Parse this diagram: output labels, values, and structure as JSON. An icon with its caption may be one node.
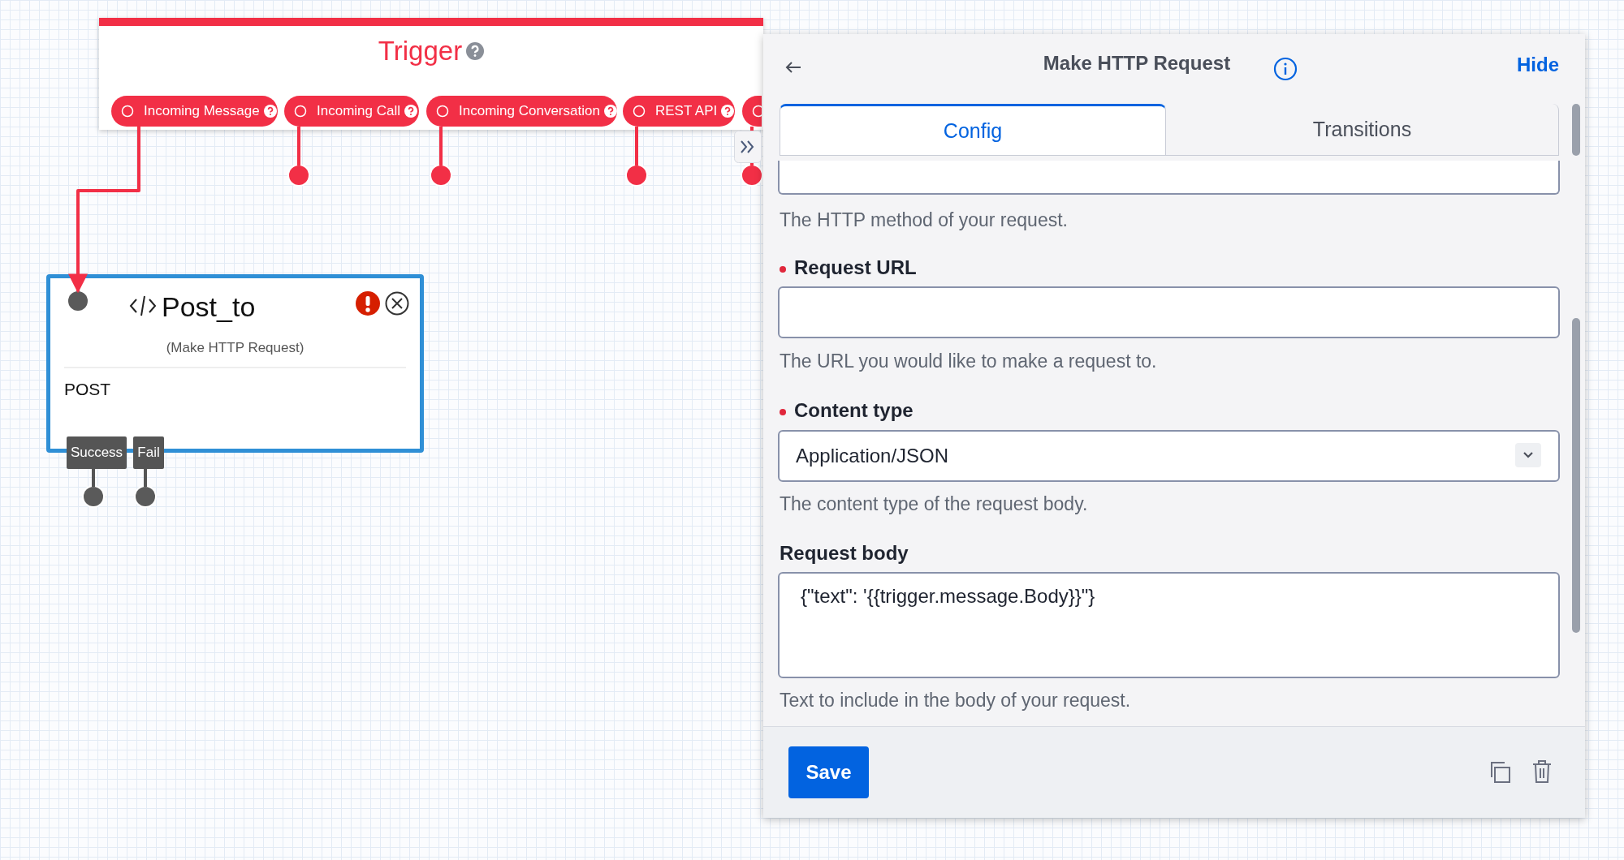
{
  "diagram": {
    "nodes": [
      {
        "text": [
          "Trigger"
        ]
      },
      {
        "text": [
          "Incoming Message"
        ],
        "in": 0
      },
      {
        "text": [
          "Incoming Call"
        ],
        "in": 0
      },
      {
        "text": [
          "Incoming Conversation"
        ],
        "in": 0
      },
      {
        "text": [
          "REST API"
        ],
        "in": 0
      },
      {
        "text": [],
        "shape": "box",
        "in": 0
      },
      {
        "text": [],
        "shape": "circle"
      },
      {
        "text": [],
        "shape": "circle"
      },
      {
        "text": [],
        "shape": "circle"
      },
      {
        "text": [],
        "shape": "circle"
      },
      {
        "text": [
          "Post_to",
          "(Make HTTP Request)",
          "POST"
        ]
      },
      {
        "text": [
          "Success"
        ],
        "in": 10
      },
      {
        "text": [
          "Fail"
        ],
        "in": 10
      },
      {
        "text": [],
        "shape": "circle"
      },
      {
        "text": [],
        "shape": "circle"
      },
      {
        "text": [],
        "shape": "circle",
        "in": 10
      }
    ],
    "edges": [
      {
        "from": 1,
        "to": 15,
        "arrow": "to"
      },
      {
        "from": 2,
        "to": 6,
        "arrow": "none"
      },
      {
        "from": 3,
        "to": 7,
        "arrow": "none"
      },
      {
        "from": 4,
        "to": 8,
        "arrow": "none"
      },
      {
        "from": 5,
        "to": 9,
        "arrow": "none"
      },
      {
        "from": 11,
        "to": 13,
        "arrow": "none",
        "color": "#555555"
      },
      {
        "from": 12,
        "to": 14,
        "arrow": "none",
        "color": "#555555"
      }
    ],
    "labels": [
      "Make HTTP Request",
      "Hide",
      "Config",
      "Transitions",
      "The HTTP method of your request.",
      "Request URL",
      "The URL you would like to make a request to.",
      "Content type",
      "Application/JSON",
      "The content type of the request body.",
      "Request body",
      "{\"text\": '{{trigger.message.Body}}\"}",
      "Text to include in the body of your request.",
      "Save"
    ]
  }
}
